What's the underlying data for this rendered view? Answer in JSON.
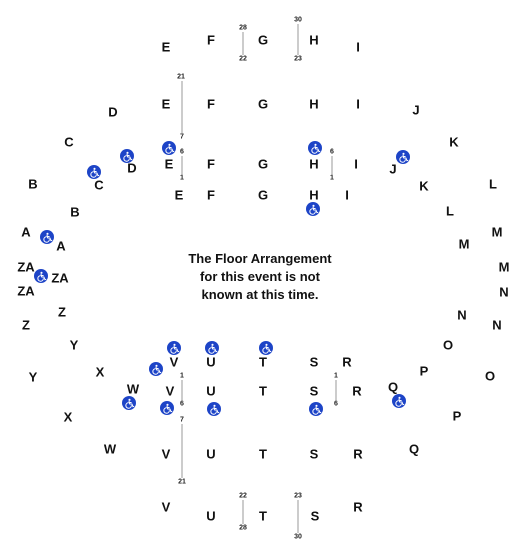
{
  "floor_message": {
    "line1": "The Floor Arrangement",
    "line2": "for this event is not",
    "line3": "known at this time."
  },
  "wheelchair_icon": "wheelchair-accessible-icon",
  "accent_color": "#1d44c7",
  "sections": [
    "E",
    "F",
    "G",
    "H",
    "I",
    "E",
    "F",
    "G",
    "H",
    "I",
    "E",
    "F",
    "G",
    "H",
    "I",
    "E",
    "F",
    "G",
    "H",
    "I",
    "D",
    "D",
    "C",
    "C",
    "B",
    "B",
    "A",
    "A",
    "ZA",
    "ZA",
    "ZA",
    "Z",
    "Z",
    "Y",
    "Y",
    "X",
    "X",
    "W",
    "W",
    "J",
    "J",
    "K",
    "K",
    "L",
    "L",
    "M",
    "M",
    "M",
    "N",
    "N",
    "N",
    "O",
    "O",
    "P",
    "P",
    "Q",
    "Q",
    "V",
    "U",
    "T",
    "S",
    "R",
    "V",
    "U",
    "T",
    "S",
    "R",
    "V",
    "U",
    "T",
    "S",
    "R",
    "V",
    "U",
    "T",
    "S",
    "R"
  ],
  "row_numbers": [
    "28",
    "22",
    "30",
    "23",
    "21",
    "7",
    "6",
    "1",
    "6",
    "1",
    "1",
    "6",
    "7",
    "21",
    "1",
    "6",
    "22",
    "28",
    "23",
    "30"
  ]
}
